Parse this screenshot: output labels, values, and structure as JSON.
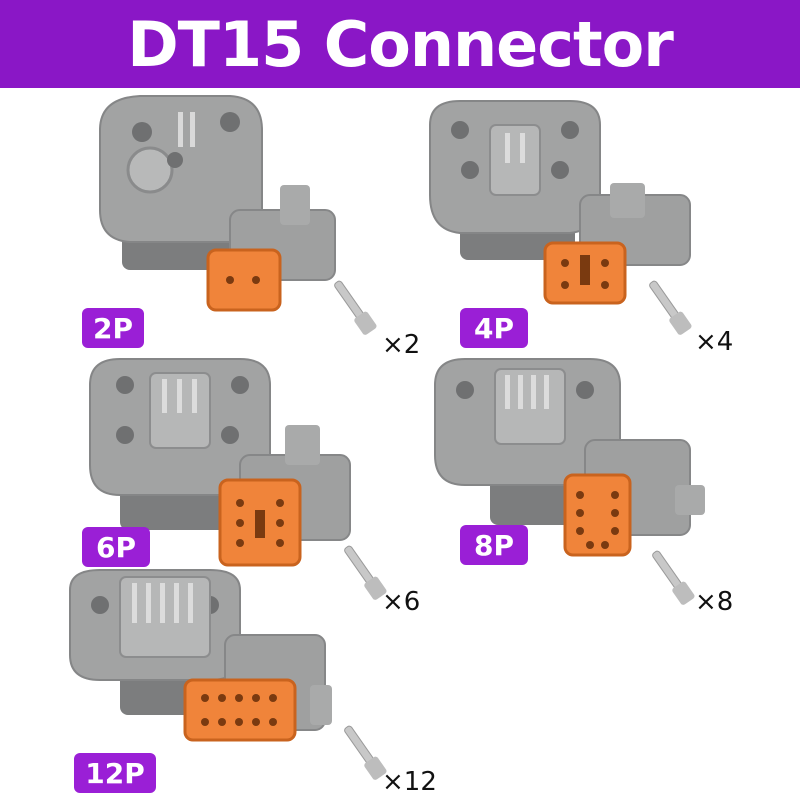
{
  "title": {
    "text": "DT15 Connector"
  },
  "colors": {
    "banner": "#8a17c6",
    "badge": "#9a1fd6",
    "housing_gray": "#9fa0a0",
    "housing_dark": "#7c7d7e",
    "seal_orange": "#f0843a",
    "seal_dark": "#c9631e",
    "terminal_silver": "#c8c8c8"
  },
  "kits": [
    {
      "label": "2P",
      "quantity": "×2",
      "pins": 2
    },
    {
      "label": "4P",
      "quantity": "×4",
      "pins": 4
    },
    {
      "label": "6P",
      "quantity": "×6",
      "pins": 6
    },
    {
      "label": "8P",
      "quantity": "×8",
      "pins": 8
    },
    {
      "label": "12P",
      "quantity": "×12",
      "pins": 12
    }
  ]
}
